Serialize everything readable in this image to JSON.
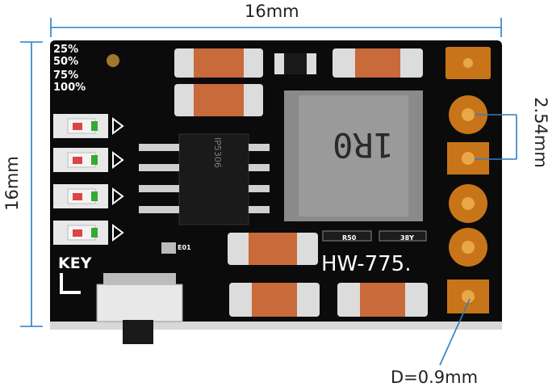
{
  "dimensions": {
    "width_label": "16mm",
    "height_label": "16mm",
    "pitch_label": "2.54mm",
    "hole_label": "D=0.9mm"
  },
  "board": {
    "model": "HW-775.",
    "key_label": "KEY",
    "led_levels": [
      "25%",
      "50%",
      "75%",
      "100%"
    ],
    "inductor_marking": "1R0",
    "ic_marking": "IP5306",
    "small_labels": [
      "E01",
      "R50",
      "38Y"
    ]
  },
  "colors": {
    "pcb": "#0b0b0b",
    "pad": "#c8751a",
    "dimension_line": "#2d7fc1",
    "capacitor": "#c86a3a",
    "solder": "#dcdcdc"
  }
}
